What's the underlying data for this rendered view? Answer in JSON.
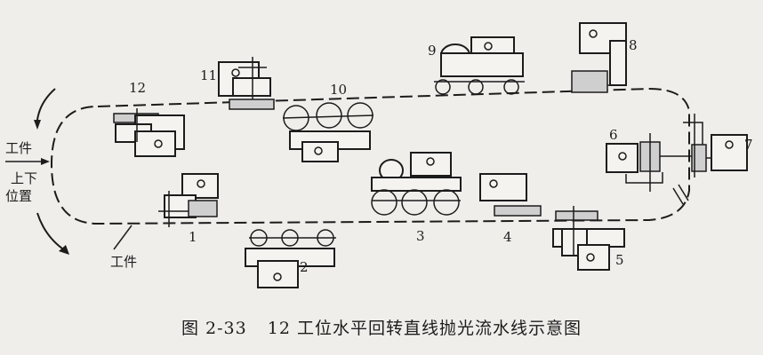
{
  "diagram": {
    "station_labels": [
      "1",
      "2",
      "3",
      "4",
      "5",
      "6",
      "7",
      "8",
      "9",
      "10",
      "11",
      "12"
    ],
    "workpiece_label": "工件",
    "loading_station_label": [
      "工件",
      "上下",
      "位置"
    ]
  },
  "caption": {
    "figure_number": "图 2-33",
    "title": "12 工位水平回转直线抛光流水线示意图"
  },
  "colors": {
    "ink": "#1c1c1c",
    "paper": "#efeeeb",
    "pad_fill": "#cfcfcf"
  }
}
